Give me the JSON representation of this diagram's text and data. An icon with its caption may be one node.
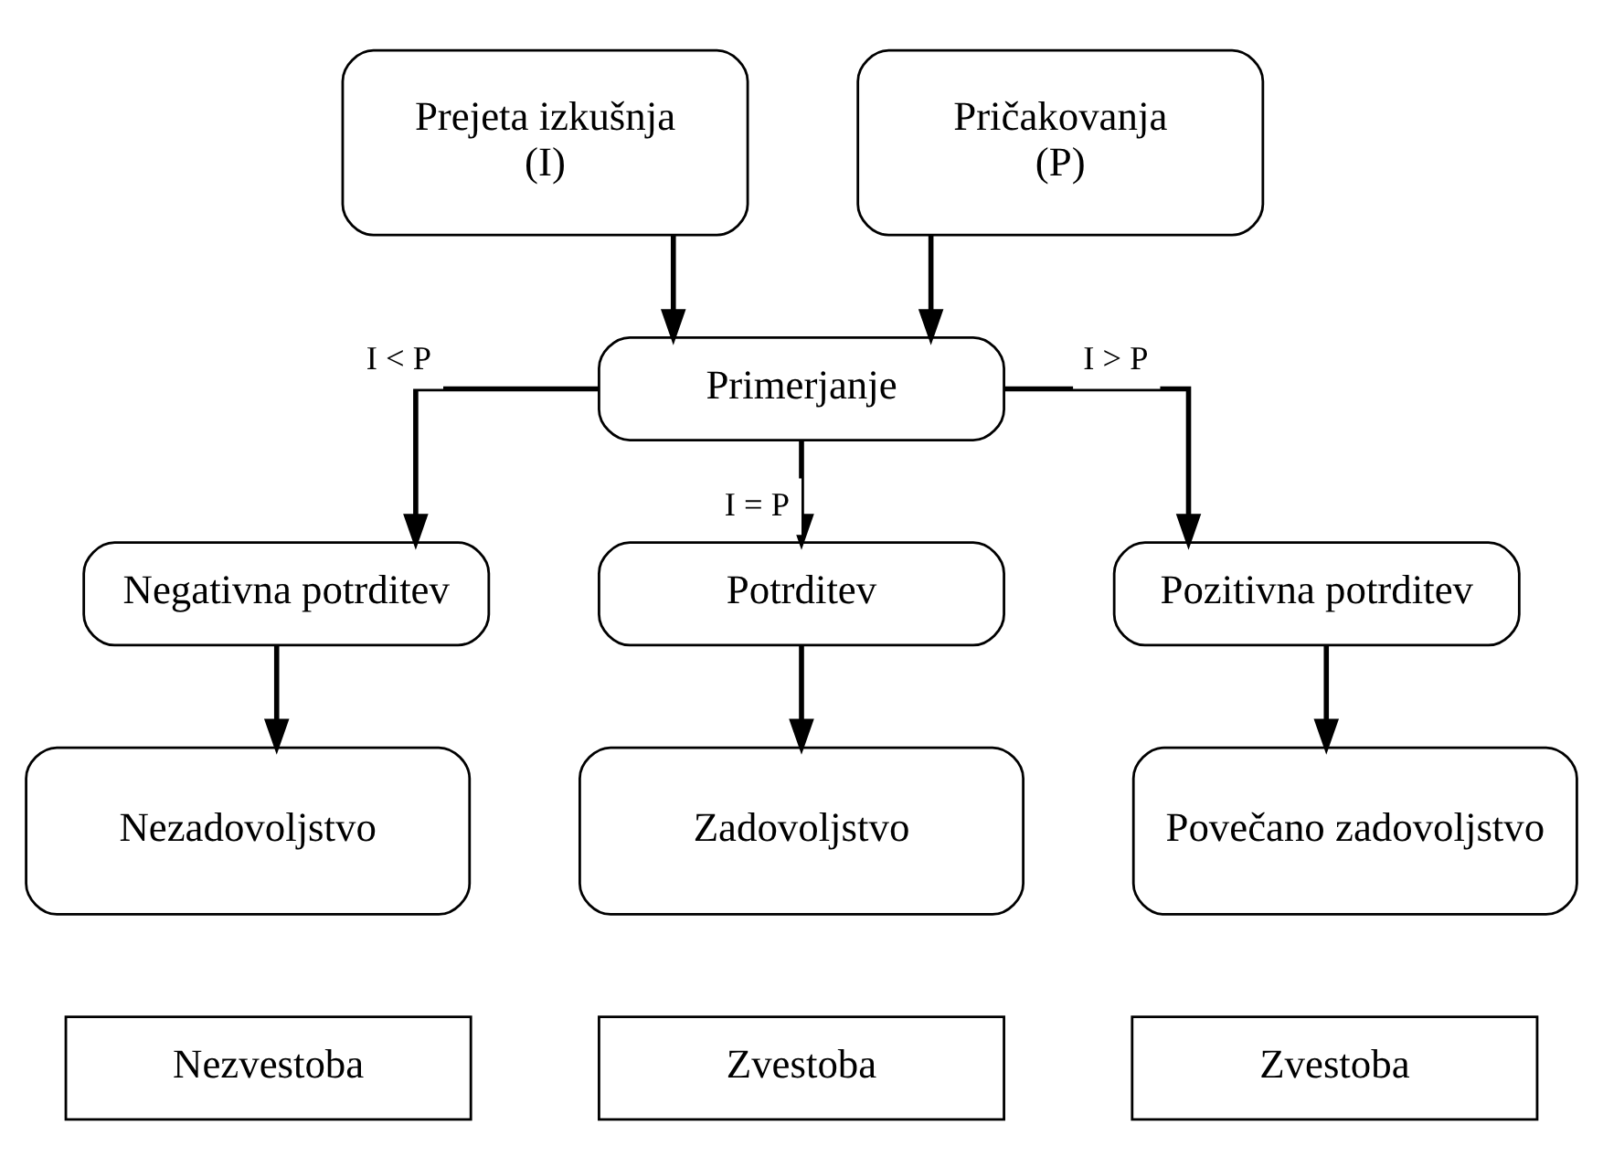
{
  "diagram": {
    "nodes": [
      {
        "text": [
          "Prejeta izkušnja",
          "(I)"
        ]
      },
      {
        "text": [
          "Pričakovanja",
          "(P)"
        ]
      },
      {
        "text": [
          "Primerjanje"
        ]
      },
      {
        "text": [
          "Negativna potrditev"
        ]
      },
      {
        "text": [
          "Potrditev"
        ]
      },
      {
        "text": [
          "Pozitivna potrditev"
        ]
      },
      {
        "text": [
          "Nezadovoljstvo"
        ]
      },
      {
        "text": [
          "Zadovoljstvo"
        ]
      },
      {
        "text": [
          "Povečano zadovoljstvo"
        ]
      },
      {
        "text": [
          "Nezvestoba"
        ]
      },
      {
        "text": [
          "Zvestoba"
        ]
      },
      {
        "text": [
          "Zvestoba"
        ]
      }
    ],
    "edges": [
      {
        "from": 0,
        "to": 2,
        "arrow": "to"
      },
      {
        "from": 1,
        "to": 2,
        "arrow": "to"
      },
      {
        "from": 2,
        "to": 3,
        "arrow": "to",
        "label": "I < P"
      },
      {
        "from": 2,
        "to": 4,
        "arrow": "to",
        "label": "I = P"
      },
      {
        "from": 2,
        "to": 5,
        "arrow": "to",
        "label": "I > P"
      },
      {
        "from": 3,
        "to": 6,
        "arrow": "to"
      },
      {
        "from": 4,
        "to": 7,
        "arrow": "to"
      },
      {
        "from": 5,
        "to": 8,
        "arrow": "to"
      }
    ]
  }
}
